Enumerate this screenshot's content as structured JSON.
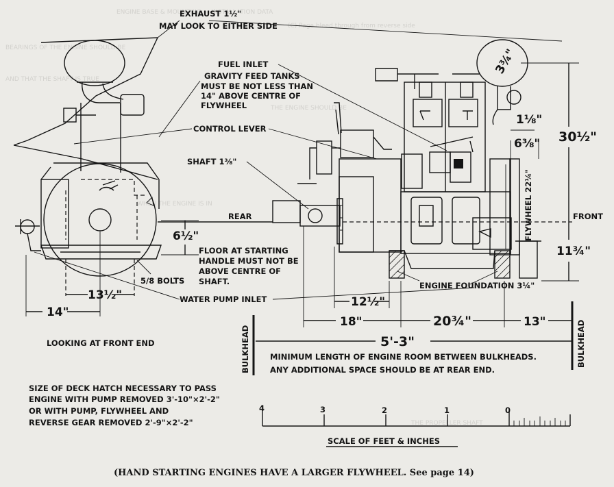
{
  "front_view": {
    "exhaust_label": "EXHAUST 1½\"",
    "exhaust_note": "MAY LOOK TO EITHER SIDE",
    "control_lever": "CONTROL LEVER",
    "dim_6_half": "6½\"",
    "floor_note": [
      "FLOOR AT STARTING",
      "HANDLE MUST NOT BE",
      "ABOVE CENTRE OF",
      "SHAFT."
    ],
    "bolts": "5/8 BOLTS",
    "dim_13_half": "13½\"",
    "water_pump_inlet": "WATER PUMP INLET",
    "dim_14": "14\"",
    "looking": "LOOKING AT FRONT END"
  },
  "side_view": {
    "fuel_inlet": "FUEL INLET",
    "gravity_note": [
      "GRAVITY FEED TANKS",
      "MUST BE NOT LESS THAN",
      "14\" ABOVE CENTRE OF",
      "FLYWHEEL"
    ],
    "exhaust_size": "3¾\"",
    "shaft": "SHAFT 1⅜\"",
    "rear": "REAR",
    "front": "FRONT",
    "dim_1_eighth": "1⅛\"",
    "dim_6_3_8": "6⅜\"",
    "dim_30_half": "30½\"",
    "flywheel": "FLYWHEEL 22¼\"",
    "dim_11_3_4": "11¾\"",
    "dim_12_half": "12½\"",
    "engine_foundation": "ENGINE FOUNDATION 3¼\"",
    "dim_18": "18\"",
    "dim_20_3_4": "20¾\"",
    "dim_13": "13\"",
    "dim_5_3": "5'-3\"",
    "bulkhead_left": "BULKHEAD",
    "bulkhead_right": "BULKHEAD",
    "min_length_note": [
      "MINIMUM LENGTH OF ENGINE ROOM BETWEEN BULKHEADS.",
      "ANY ADDITIONAL SPACE SHOULD BE AT REAR END."
    ]
  },
  "hatch_note": [
    "SIZE OF DECK HATCH NECESSARY TO PASS",
    "ENGINE WITH PUMP REMOVED 3'-10\"×2'-2\"",
    "OR WITH PUMP, FLYWHEEL AND",
    "REVERSE GEAR REMOVED 2'-9\"×2'-2\""
  ],
  "scale": {
    "ticks": [
      "4",
      "3",
      "2",
      "1",
      "0"
    ],
    "title": "SCALE OF FEET & INCHES"
  },
  "caption": "(HAND STARTING ENGINES HAVE A LARGER FLYWHEEL.  See page 14)"
}
